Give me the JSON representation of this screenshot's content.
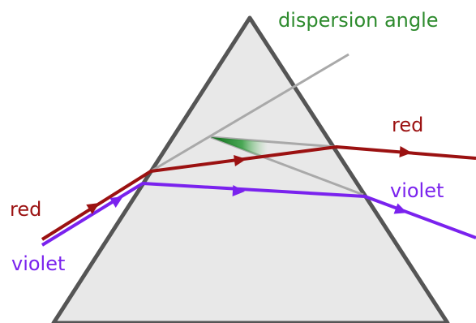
{
  "labels": {
    "dispersion_angle": "dispersion angle",
    "red_in": "red",
    "violet_in": "violet",
    "red_out": "red",
    "violet_out": "violet"
  },
  "colors": {
    "prism_fill": "#e8e8e8",
    "prism_stroke": "#555555",
    "guide_lines": "#a9a9a9",
    "red_ray": "#9b1111",
    "violet_ray": "#7a22ee",
    "angle_fill": "#1e8a2e",
    "label_red": "#9b1111",
    "label_violet": "#7a22ee",
    "label_green": "#2e8b2e"
  }
}
